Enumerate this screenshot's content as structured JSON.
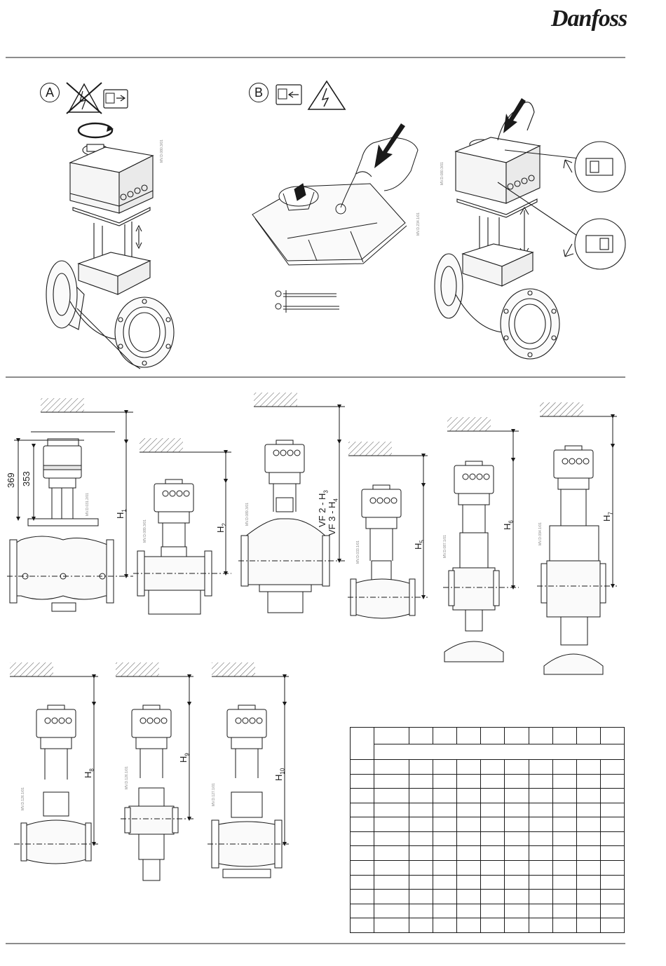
{
  "brand": {
    "logo_text": "Danfoss"
  },
  "panel_labels": {
    "a": "A",
    "b": "B"
  },
  "dimensions": {
    "d369": "369",
    "d353": "353",
    "h1": "H",
    "h1_sub": "1",
    "h2": "H",
    "h2_sub": "2",
    "vf2": "VF 2 - H",
    "vf2_sub": "3",
    "vf3": "VF 3 - H",
    "vf3_sub": "4",
    "h5": "H",
    "h5_sub": "5",
    "h6": "H",
    "h6_sub": "6",
    "h7": "H",
    "h7_sub": "7",
    "h8": "H",
    "h8_sub": "8",
    "h9": "H",
    "h9_sub": "9",
    "h10": "H",
    "h10_sub": "10"
  },
  "drawing_codes": {
    "a": "MV.D.080.3/01",
    "b1": "MV.D.234.1/01",
    "b2": "MV.D.080.3/01",
    "f1": "MV.D.031.2/01",
    "f2": "MV.D.089.3/01",
    "f3": "MV.D.089.3/01",
    "f4": "MV.D.033.1/01",
    "f5": "MV.D.087.1/01",
    "f6": "MV.D.094.1/01",
    "f7": "MV.D.126.1/01",
    "f8": "MV.D.126.1/01",
    "f9": "MV.D.127.1/01"
  },
  "colors": {
    "ink": "#1a1a1a",
    "panel": "#f2f2f2"
  },
  "icons": [
    "no-power-icon",
    "plug-icon",
    "rotate-arrow-icon",
    "warning-high-voltage-icon",
    "press-down-arrow-icon"
  ]
}
